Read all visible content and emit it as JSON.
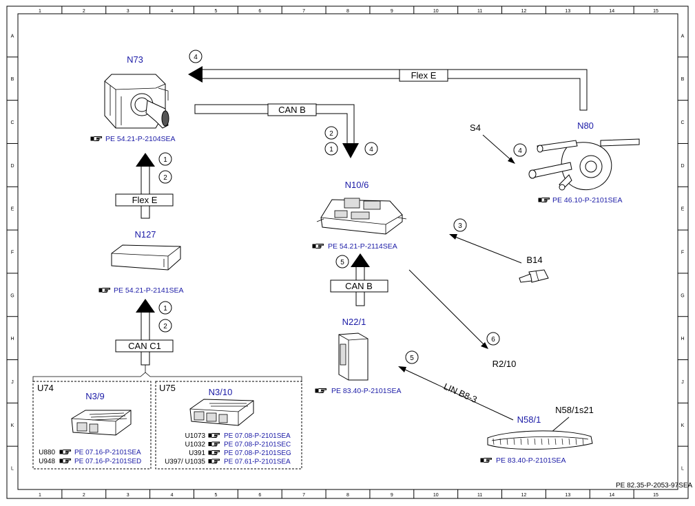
{
  "frame": {
    "columns": [
      "1",
      "2",
      "3",
      "4",
      "5",
      "6",
      "7",
      "8",
      "9",
      "10",
      "11",
      "12",
      "13",
      "14",
      "15"
    ],
    "rows": [
      "A",
      "B",
      "C",
      "D",
      "E",
      "F",
      "G",
      "H",
      "J",
      "K",
      "L"
    ],
    "doc_ref": "PE 82.35-P-2053-97SEA"
  },
  "components": {
    "n73": {
      "label": "N73",
      "ref": "PE 54.21-P-2104SEA"
    },
    "n80": {
      "label": "N80",
      "ref": "PE 46.10-P-2101SEA"
    },
    "s4": {
      "label": "S4"
    },
    "n127": {
      "label": "N127",
      "ref": "PE 54.21-P-2141SEA"
    },
    "n10_6": {
      "label": "N10/6",
      "ref": "PE 54.21-P-2114SEA"
    },
    "b14": {
      "label": "B14"
    },
    "r2_10": {
      "label": "R2/10"
    },
    "n22_1": {
      "label": "N22/1",
      "ref": "PE 83.40-P-2101SEA"
    },
    "n58_1": {
      "label": "N58/1",
      "ref": "PE 83.40-P-2101SEA"
    },
    "n58_1s21": {
      "label": "N58/1s21"
    },
    "u74": {
      "label": "U74"
    },
    "n3_9": {
      "label": "N3/9",
      "refs": [
        {
          "code": "U880",
          "ref": "PE 07.16-P-2101SEA"
        },
        {
          "code": "U948",
          "ref": "PE 07.16-P-2101SED"
        }
      ]
    },
    "u75": {
      "label": "U75"
    },
    "n3_10": {
      "label": "N3/10",
      "refs": [
        {
          "code": "U1073",
          "ref": "PE 07.08-P-2101SEA"
        },
        {
          "code": "U1032",
          "ref": "PE 07.08-P-2101SEC"
        },
        {
          "code": "U391",
          "ref": "PE 07.08-P-2101SEG"
        },
        {
          "code": "U397/ U1035",
          "ref": "PE 07.61-P-2101SEA"
        }
      ]
    }
  },
  "buses": {
    "flex_e_top": "Flex E",
    "can_b_top": "CAN B",
    "flex_e_left": "Flex E",
    "can_c1": "CAN C1",
    "can_b_mid": "CAN B",
    "lin": "LIN B8-3"
  },
  "steps": {
    "s4_top": "4",
    "can_b_2": "2",
    "can_b_1": "1",
    "can_b_4": "4",
    "s4_n80": "4",
    "n73_1": "1",
    "n73_2": "2",
    "b14_3": "3",
    "n10_5": "5",
    "n127_1": "1",
    "n127_2": "2",
    "r2_6": "6",
    "lin_5": "5"
  },
  "ref_icon": "pointing-hand-icon"
}
